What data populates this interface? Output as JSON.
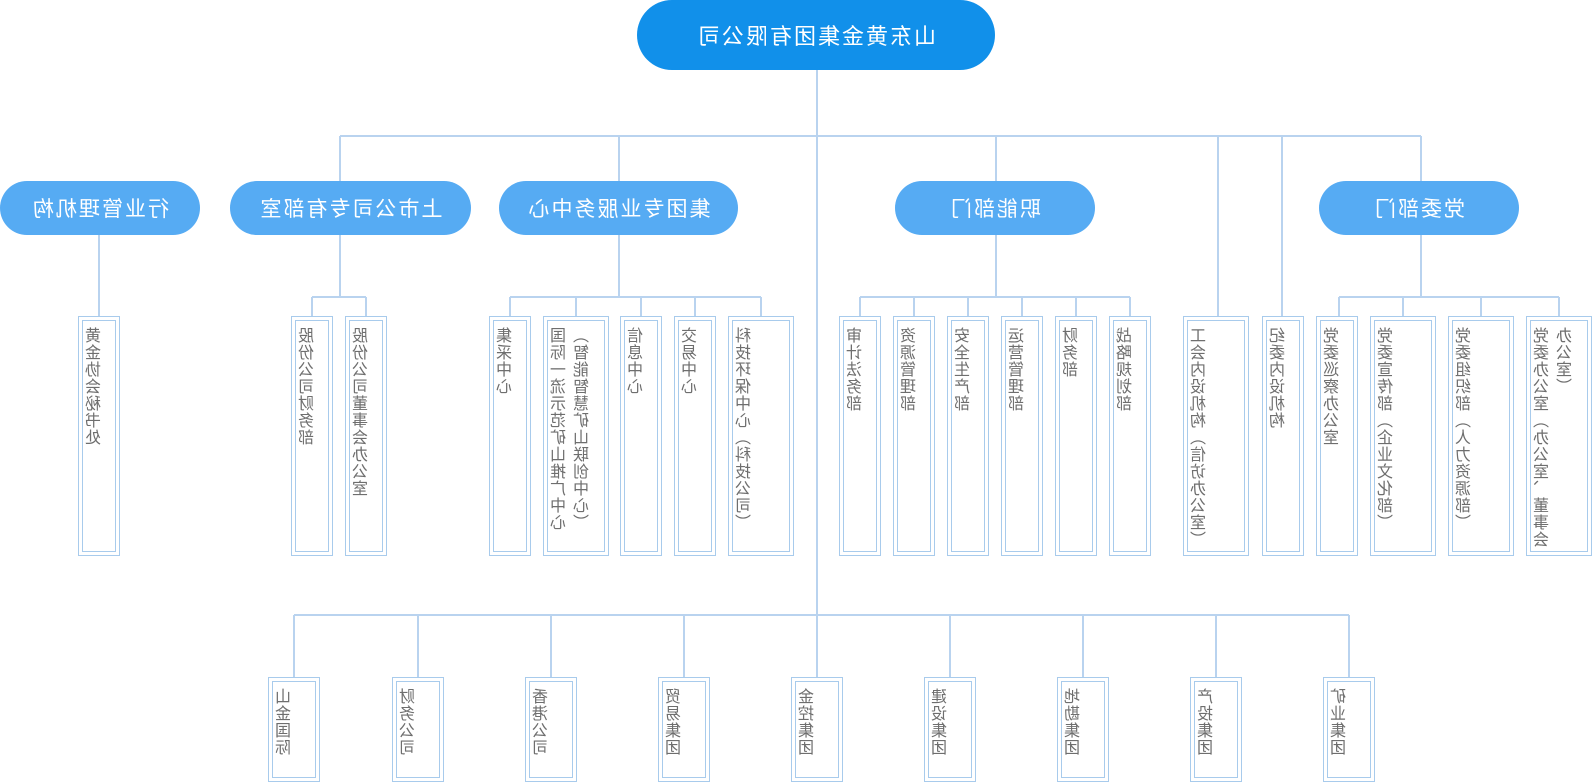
{
  "root": {
    "label": "山东黄金集团有限公司"
  },
  "colors": {
    "root_fill": "#1190ea",
    "category_fill": "#56abf3",
    "box_border": "#a8cbec",
    "connector": "#b9d3ef",
    "box_text": "#6e6e6e"
  },
  "mirrored": true,
  "categories": [
    {
      "key": "dangwei",
      "label": "党委部门"
    },
    {
      "key": "zhineng",
      "label": "职能部门"
    },
    {
      "key": "zhongxin",
      "label": "集团专业服务中心"
    },
    {
      "key": "shangshi",
      "label": "上市公司专有部室"
    },
    {
      "key": "hangye",
      "label": "行业管理机构"
    }
  ],
  "units": {
    "dangwei": [
      "党委办公室（办公室、董事会办公室）",
      "党委组织部（人力资源部）",
      "党委宣传部（企业文化部）",
      "党委巡察办公室"
    ],
    "standalone": [
      "纪委内设机构",
      "工会内设机构（信访办公室）"
    ],
    "zhineng": [
      "战略规划部",
      "财务部",
      "运营管理部",
      "安全生产部",
      "资源管理部",
      "审计法务部"
    ],
    "zhongxin": [
      "科技环保中心（科技公司）",
      "交易中心",
      "信息中心",
      "国际一流示范矿山推广中心（智能智慧矿山联创中心）",
      "集采中心"
    ],
    "shangshi": [
      "股份公司董事会办公室",
      "股份公司财务部"
    ],
    "hangye": [
      "黄金协会秘书处"
    ],
    "subsidiaries": [
      "矿业集团",
      "产投集团",
      "地勘集团",
      "建设集团",
      "金控集团",
      "贸易集团",
      "香港公司",
      "财务公司",
      "山金国际"
    ]
  }
}
